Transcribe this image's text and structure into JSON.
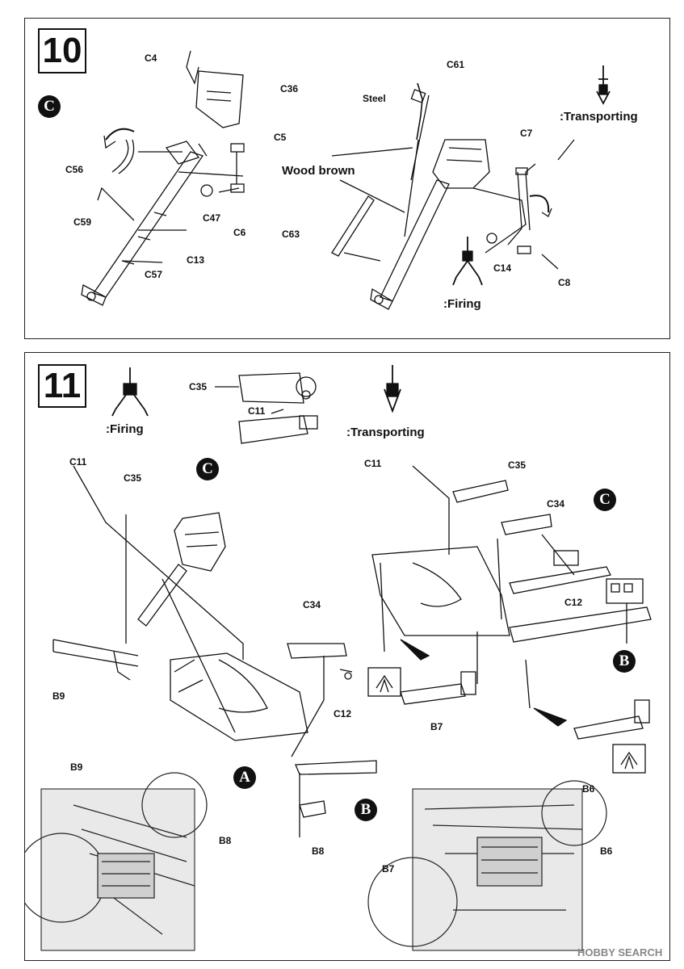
{
  "steps": [
    {
      "number": "10",
      "callout": "C",
      "labels": {
        "c4": "C4",
        "c36": "C36",
        "c5": "C5",
        "c56": "C56",
        "c47": "C47",
        "c6": "C6",
        "c59": "C59",
        "c13": "C13",
        "c57": "C57",
        "c61": "C61",
        "steel": "Steel",
        "wood_brown": "Wood  brown",
        "c63": "C63",
        "c7": "C7",
        "c14": "C14",
        "c8": "C8",
        "transporting": ":Transporting",
        "firing": ":Firing"
      }
    },
    {
      "number": "11",
      "callouts": {
        "c_left": "C",
        "c_right": "C",
        "a": "A",
        "b_left": "B",
        "b_right": "B"
      },
      "labels": {
        "firing": ":Firing",
        "transporting": ":Transporting",
        "c35_top": "C35",
        "c11_top": "C11",
        "c11_left": "C11",
        "c35_left": "C35",
        "c11_right": "C11",
        "c35_right": "C35",
        "c34_right": "C34",
        "c12_right": "C12",
        "c34_left": "C34",
        "c12_left": "C12",
        "b9": "B9",
        "b7": "B7",
        "b6": "B6",
        "b8": "B8",
        "inset_b9": "B9",
        "inset_b8": "B8",
        "inset_b6": "B6",
        "inset_b7": "B7"
      }
    }
  ],
  "watermark": "HOBBY SEARCH"
}
